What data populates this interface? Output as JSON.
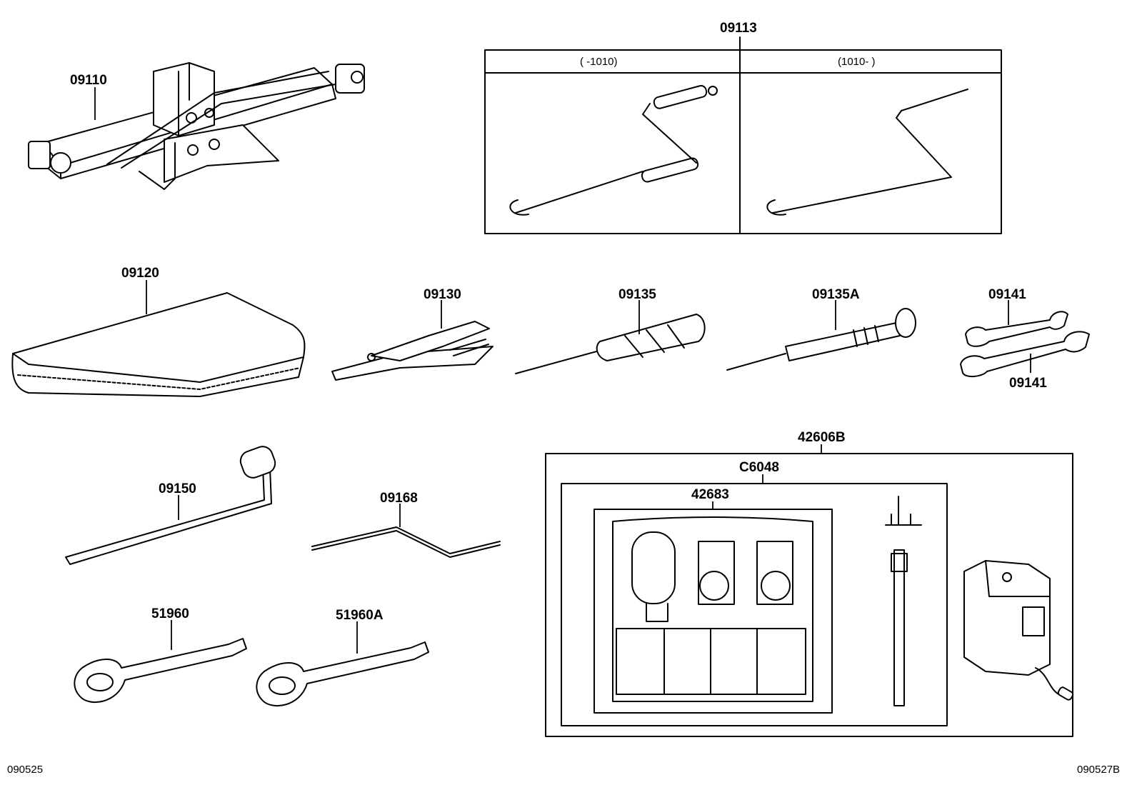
{
  "parts": {
    "p09110": "09110",
    "p09113": "09113",
    "p09120": "09120",
    "p09130": "09130",
    "p09135": "09135",
    "p09135A": "09135A",
    "p09141_top": "09141",
    "p09141_bottom": "09141",
    "p09150": "09150",
    "p09168": "09168",
    "p51960": "51960",
    "p51960A": "51960A",
    "p42606B": "42606B",
    "pC6048": "C6048",
    "p42683": "42683"
  },
  "variants": {
    "left": "(      -1010)",
    "right": "(1010-      )"
  },
  "footer": {
    "left_code": "090525",
    "right_code": "090527B"
  }
}
